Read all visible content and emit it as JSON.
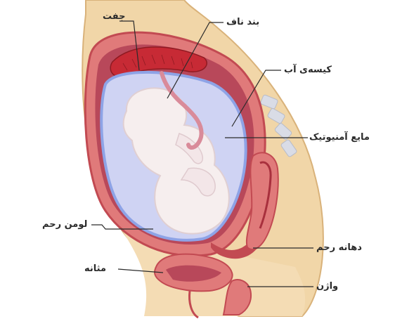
{
  "labels": {
    "placenta": "جفت",
    "umbilical_cord": "بند ناف",
    "amniotic_sac": "کیسه‌ی آب",
    "amniotic_fluid": "مایع آمنیوتیک",
    "uterine_lining": "لومن رحم",
    "cervix": "دهانه رحم",
    "bladder": "مثانه",
    "vagina": "واژن"
  },
  "colors": {
    "skin": "#f1d6a8",
    "uterus_wall": "#e07a7a",
    "uterus_dark": "#c24a52",
    "placenta": "#c72a35",
    "sac_edge": "#8ea3e6",
    "fluid": "#cfd3f3",
    "fetus": "#f6eeee",
    "spine": "#d9dce6",
    "leader": "#2b2b2b"
  }
}
